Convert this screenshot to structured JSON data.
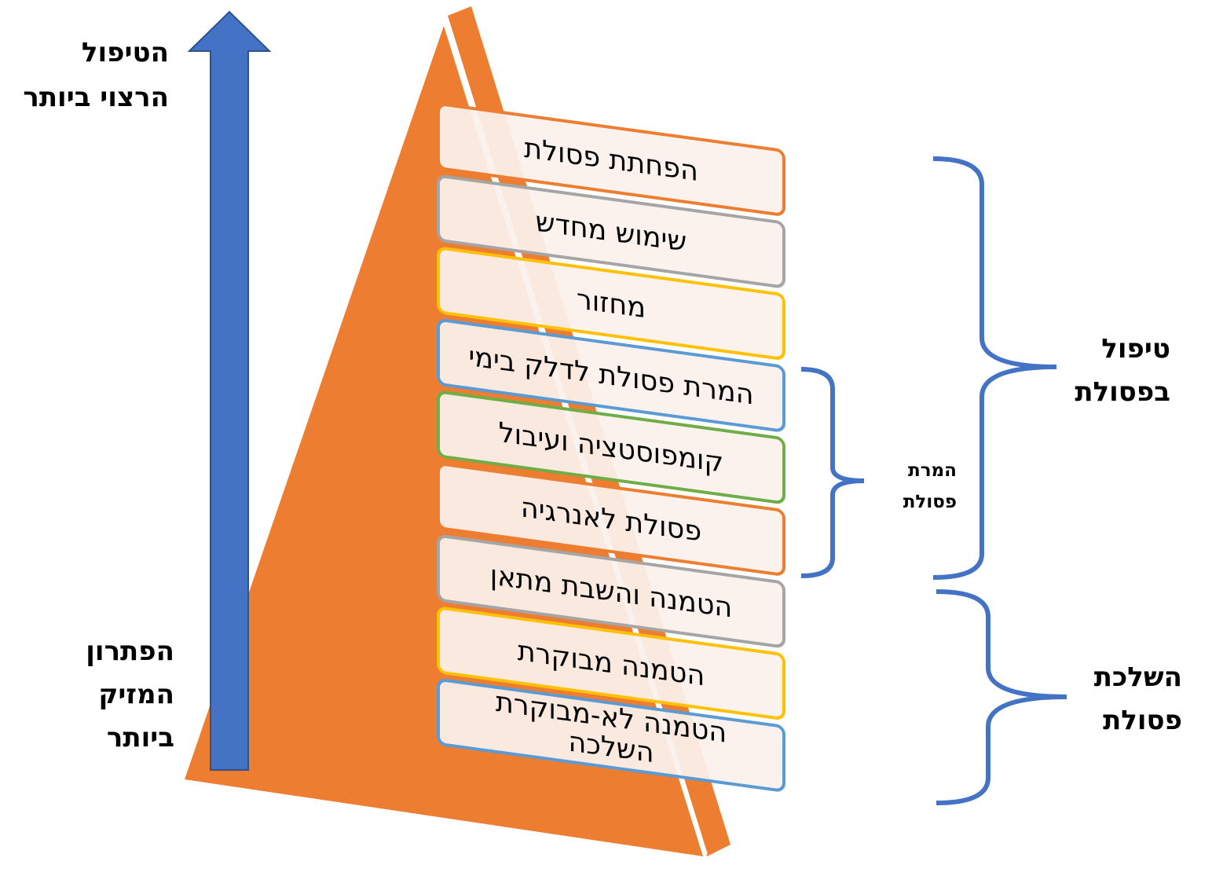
{
  "arrow_top_label": [
    "הטיפול",
    "הרצוי ביותר"
  ],
  "arrow_bottom_label": [
    "הפתרון",
    "המזיק",
    "ביותר"
  ],
  "steps": [
    {
      "lines": [
        "הפחתת פסולת"
      ],
      "border": "#ED7D31"
    },
    {
      "lines": [
        "שימוש מחדש"
      ],
      "border": "#A5A5A5"
    },
    {
      "lines": [
        "מחזור"
      ],
      "border": "#FFC000"
    },
    {
      "lines": [
        "המרת פסולת לדלק בימי"
      ],
      "border": "#5B9BD5"
    },
    {
      "lines": [
        "קומפוסטציה ועיבול"
      ],
      "border": "#70AD47"
    },
    {
      "lines": [
        "פסולת לאנרגיה"
      ],
      "border": "#ED7D31"
    },
    {
      "lines": [
        "הטמנה והשבת מתאן"
      ],
      "border": "#A5A5A5"
    },
    {
      "lines": [
        "הטמנה מבוקרת"
      ],
      "border": "#FFC000"
    },
    {
      "lines": [
        "הטמנה לא-מבוקרת",
        "השלכה"
      ],
      "border": "#5B9BD5"
    }
  ],
  "bracket_conversion": [
    "המרת",
    "פסולת"
  ],
  "bracket_treatment": [
    "טיפול",
    "בפסולת"
  ],
  "bracket_disposal": [
    "השלכת",
    "פסולת"
  ],
  "colors": {
    "pyramid": "#ED7D31",
    "arrow": "#4472C4",
    "bracket": "#4472C4",
    "box_fill": "#FBF1EC"
  }
}
